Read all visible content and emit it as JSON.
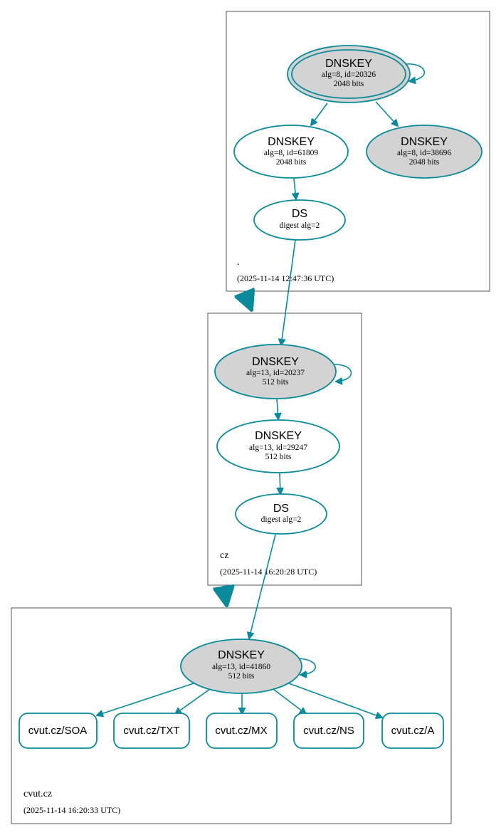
{
  "colors": {
    "edge": "#0a8a9a",
    "node_fill_sep": "#d3d3d3",
    "node_fill": "#ffffff",
    "zone_border": "#555555"
  },
  "zones": {
    "root": {
      "name": ".",
      "timestamp": "(2025-11-14 12:47:36 UTC)"
    },
    "cz": {
      "name": "cz",
      "timestamp": "(2025-11-14 16:20:28 UTC)"
    },
    "cvut": {
      "name": "cvut.cz",
      "timestamp": "(2025-11-14 16:20:33 UTC)"
    }
  },
  "nodes": {
    "root_ksk": {
      "title": "DNSKEY",
      "line1": "alg=8, id=20326",
      "line2": "2048 bits"
    },
    "root_zsk1": {
      "title": "DNSKEY",
      "line1": "alg=8, id=61809",
      "line2": "2048 bits"
    },
    "root_zsk2": {
      "title": "DNSKEY",
      "line1": "alg=8, id=38696",
      "line2": "2048 bits"
    },
    "root_ds": {
      "title": "DS",
      "line1": "digest alg=2"
    },
    "cz_ksk": {
      "title": "DNSKEY",
      "line1": "alg=13, id=20237",
      "line2": "512 bits"
    },
    "cz_zsk": {
      "title": "DNSKEY",
      "line1": "alg=13, id=29247",
      "line2": "512 bits"
    },
    "cz_ds": {
      "title": "DS",
      "line1": "digest alg=2"
    },
    "cvut_key": {
      "title": "DNSKEY",
      "line1": "alg=13, id=41860",
      "line2": "512 bits"
    }
  },
  "rrsets": [
    "cvut.cz/SOA",
    "cvut.cz/TXT",
    "cvut.cz/MX",
    "cvut.cz/NS",
    "cvut.cz/A"
  ]
}
